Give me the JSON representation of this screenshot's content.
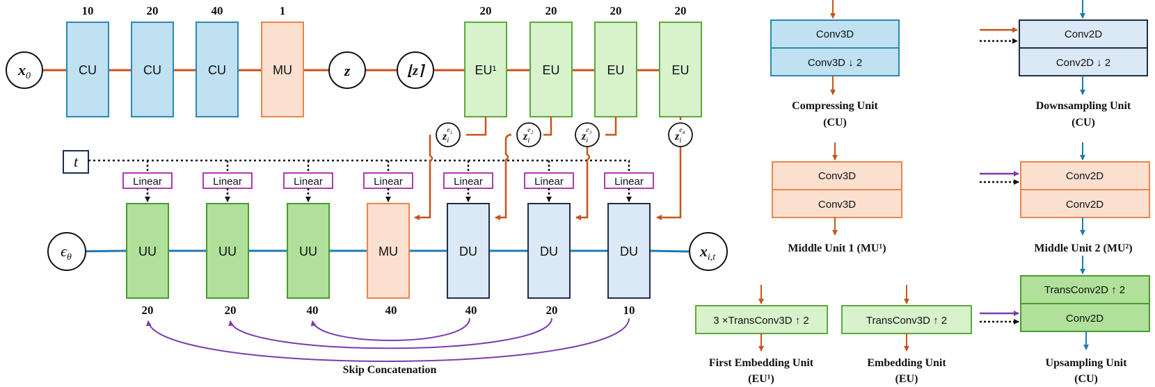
{
  "top_row": {
    "input_node": "x",
    "input_sub": "0",
    "units": [
      {
        "label": "CU",
        "count": "10"
      },
      {
        "label": "CU",
        "count": "20"
      },
      {
        "label": "CU",
        "count": "40"
      },
      {
        "label": "MU",
        "count": "1"
      }
    ],
    "latent_node": "z",
    "quantized_node": "⌊z⌉",
    "embedding_units": [
      {
        "label": "EU¹",
        "count": "20"
      },
      {
        "label": "EU",
        "count": "20"
      },
      {
        "label": "EU",
        "count": "20"
      },
      {
        "label": "EU",
        "count": "20"
      }
    ]
  },
  "embedding_outputs": [
    {
      "base": "z",
      "sub": "i",
      "sup_base": "e",
      "sup_sub": "1"
    },
    {
      "base": "z",
      "sub": "i",
      "sup_base": "e",
      "sup_sub": "2"
    },
    {
      "base": "z",
      "sub": "i",
      "sup_base": "e",
      "sup_sub": "3"
    },
    {
      "base": "z",
      "sub": "i",
      "sup_base": "e",
      "sup_sub": "4"
    }
  ],
  "time_node": "t",
  "linear_labels": [
    "Linear",
    "Linear",
    "Linear",
    "Linear",
    "Linear",
    "Linear",
    "Linear"
  ],
  "bottom_row": {
    "output_node": "ϵ",
    "output_sub": "θ",
    "units": [
      {
        "label": "UU",
        "count": "20"
      },
      {
        "label": "UU",
        "count": "20"
      },
      {
        "label": "UU",
        "count": "40"
      },
      {
        "label": "MU",
        "count": "40"
      },
      {
        "label": "DU",
        "count": "40"
      },
      {
        "label": "DU",
        "count": "20"
      },
      {
        "label": "DU",
        "count": "10"
      }
    ],
    "input_node": "x",
    "input_sub": "i,t"
  },
  "skip_label": "Skip Concatenation",
  "legend": {
    "compressing": {
      "rows": [
        "Conv3D",
        "Conv3D ↓ 2"
      ],
      "title": "Compressing Unit",
      "abbr": "(CU)"
    },
    "middle1": {
      "rows": [
        "Conv3D",
        "Conv3D"
      ],
      "title": "Middle Unit 1 (MU¹)"
    },
    "first_embedding": {
      "row": "3 ×TransConv3D ↑ 2",
      "title": "First Embedding Unit",
      "abbr": "(EU¹)"
    },
    "embedding": {
      "row": "TransConv3D ↑ 2",
      "title": "Embedding Unit",
      "abbr": "(EU)"
    },
    "downsampling": {
      "rows": [
        "Conv2D",
        "Conv2D ↓ 2"
      ],
      "title": "Downsampling Unit",
      "abbr": "(CU)"
    },
    "middle2": {
      "rows": [
        "Conv2D",
        "Conv2D"
      ],
      "title": "Middle Unit 2 (MU²)"
    },
    "upsampling": {
      "rows": [
        "TransConv2D ↑ 2",
        "Conv2D"
      ],
      "title": "Upsampling Unit",
      "abbr": "(CU)"
    }
  },
  "colors": {
    "cu_fill": "#bfe1f2",
    "cu_stroke": "#2e86b0",
    "mu_fill": "#fbe0d0",
    "mu_stroke": "#e8864a",
    "eu_fill": "#d8f2cc",
    "eu_stroke": "#5aaa3a",
    "uu_fill": "#b0e09a",
    "uu_stroke": "#4a9a30",
    "du_fill": "#dbe8f5",
    "du_stroke": "#1d2d4a",
    "orange_line": "#c65519",
    "blue_line": "#1f7ab5",
    "purple_line": "#7a3bb0",
    "linear_stroke": "#b03ab0"
  }
}
